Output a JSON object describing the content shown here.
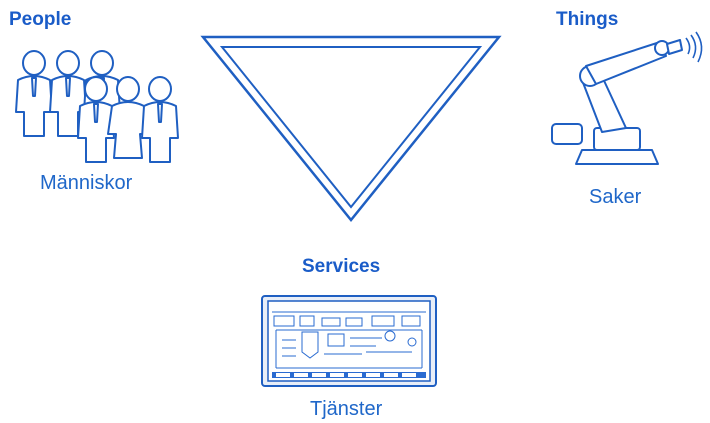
{
  "people": {
    "heading": "People",
    "caption": "Människor",
    "icon": "people-group-icon"
  },
  "things": {
    "heading": "Things",
    "caption": "Saker",
    "icon": "robot-arm-icon"
  },
  "services": {
    "heading": "Services",
    "caption": "Tjänster",
    "icon": "control-panel-screen-icon"
  },
  "colors": {
    "heading": "#1a5cc8",
    "caption": "#1f67c9",
    "stroke": "#1f5fc2"
  }
}
